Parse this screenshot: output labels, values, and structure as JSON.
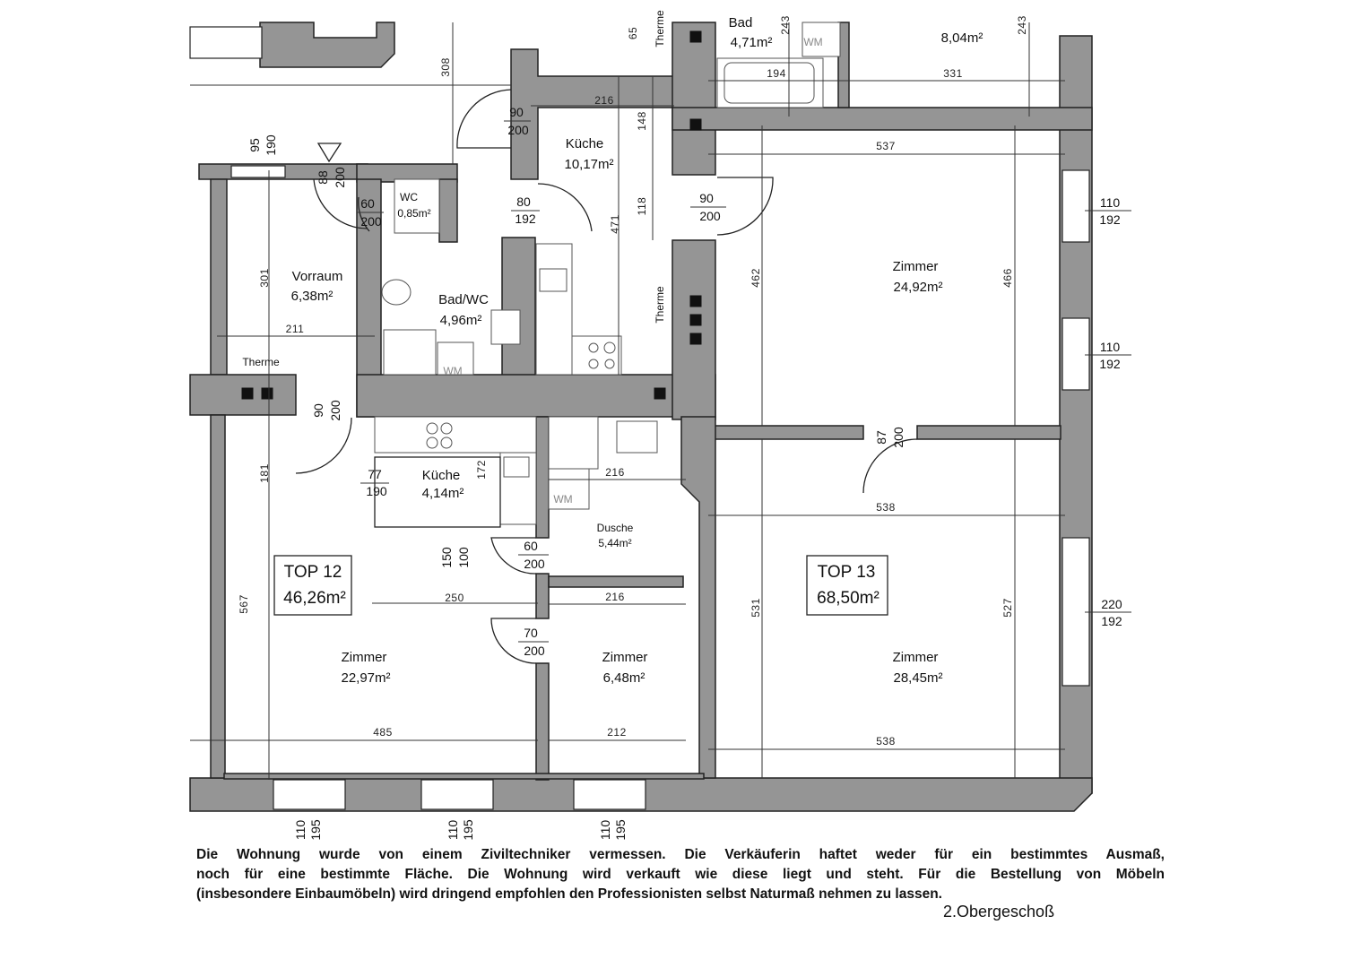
{
  "rooms": [
    {
      "name": "Bad",
      "area": "4,71m²"
    },
    {
      "area": "8,04m²"
    },
    {
      "name": "Küche",
      "area": "10,17m²"
    },
    {
      "name": "WC",
      "area": "0,85m²"
    },
    {
      "name": "Vorraum",
      "area": "6,38m²"
    },
    {
      "name": "Bad/WC",
      "area": "4,96m²"
    },
    {
      "name": "Zimmer",
      "area": "24,92m²"
    },
    {
      "name": "Küche",
      "area": "4,14m²"
    },
    {
      "name": "Dusche",
      "area": "5,44m²"
    },
    {
      "name": "Zimmer",
      "area": "22,97m²"
    },
    {
      "name": "Zimmer",
      "area": "6,48m²"
    },
    {
      "name": "Zimmer",
      "area": "28,45m²"
    }
  ],
  "apartments": [
    {
      "name": "TOP 12",
      "area": "46,26m²"
    },
    {
      "name": "TOP 13",
      "area": "68,50m²"
    }
  ],
  "fixtures": {
    "therme": "Therme",
    "wm": "WM"
  },
  "openings": [
    {
      "w": "90",
      "h": "200"
    },
    {
      "w": "60",
      "h": "200"
    },
    {
      "w": "80",
      "h": "192"
    },
    {
      "w": "90",
      "h": "200"
    },
    {
      "w": "77",
      "h": "190"
    },
    {
      "w": "60",
      "h": "200"
    },
    {
      "w": "70",
      "h": "200"
    },
    {
      "w": "110",
      "h": "192"
    },
    {
      "w": "110",
      "h": "192"
    },
    {
      "w": "220",
      "h": "192"
    },
    {
      "w": "95",
      "h": "190"
    },
    {
      "w": "88",
      "h": "200"
    },
    {
      "w": "90",
      "h": "200"
    },
    {
      "w": "87",
      "h": "200"
    },
    {
      "w": "150",
      "h": "100"
    },
    {
      "w": "110",
      "h": "195"
    },
    {
      "w": "110",
      "h": "195"
    },
    {
      "w": "110",
      "h": "195"
    }
  ],
  "dimensions_h": [
    "216",
    "194",
    "331",
    "537",
    "211",
    "216",
    "538",
    "250",
    "216",
    "485",
    "212",
    "538"
  ],
  "dimensions_v": [
    "308",
    "65",
    "148",
    "118",
    "471",
    "301",
    "462",
    "466",
    "181",
    "172",
    "567",
    "531",
    "527",
    "243",
    "243"
  ],
  "disclaimer": [
    "Die Wohnung wurde von einem Ziviltechniker vermessen. Die Verkäuferin haftet weder für ein bestimmtes Ausmaß,",
    "noch für eine bestimmte Fläche. Die Wohnung wird verkauft wie diese liegt und steht. Für die Bestellung von Möbeln",
    "(insbesondere Einbaumöbeln) wird dringend empfohlen den Professionisten selbst Naturmaß nehmen zu lassen."
  ],
  "floor_label": "2.Obergeschoß"
}
